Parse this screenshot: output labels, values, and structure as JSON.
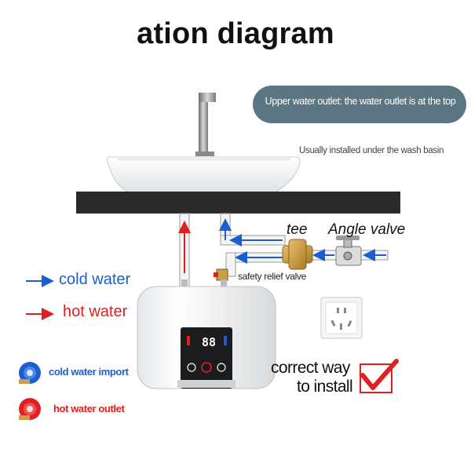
{
  "title": "ation diagram",
  "callout": {
    "text": "Upper water outlet: the water outlet is at the top",
    "note": "Usually installed under the wash basin"
  },
  "labels": {
    "tee": "tee",
    "angle_valve": "Angle valve",
    "safety_relief_valve": "safety relief valve"
  },
  "legend": {
    "cold_water": "cold water",
    "hot_water": "hot water",
    "cold_water_import": "cold water import",
    "hot_water_outlet": "hot water outlet"
  },
  "display": {
    "temperature": "88"
  },
  "install_note": {
    "line1": "correct way",
    "line2": "to install"
  },
  "colors": {
    "cold": "#1a5fd0",
    "hot": "#e02020",
    "callout_bg": "#5b7582",
    "counter": "#2a2a2a",
    "check": "#e02020"
  }
}
